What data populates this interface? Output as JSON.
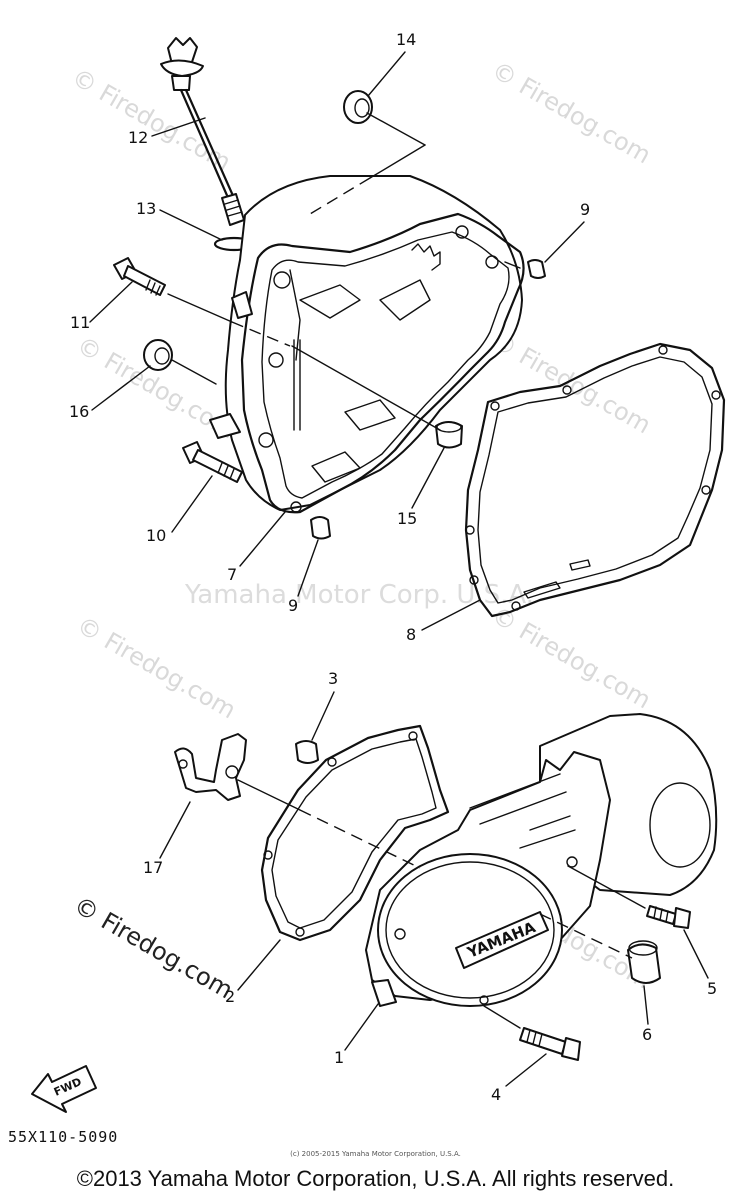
{
  "diagram": {
    "callouts": [
      "14",
      "12",
      "13",
      "9",
      "11",
      "16",
      "15",
      "10",
      "7",
      "9",
      "8",
      "3",
      "17",
      "2",
      "1",
      "5",
      "6",
      "4"
    ],
    "fwd_label": "FWD",
    "cover_brand": "YAMAHA"
  },
  "watermarks": {
    "firedog": "© Firedog.com",
    "yamaha": "Yamaha Motor Corp. U.S.A."
  },
  "part_code": "55X110-5090",
  "small_copyright": "(c) 2005-2015 Yamaha Motor Corporation, U.S.A.",
  "footer": "©2013 Yamaha Motor Corporation, U.S.A. All rights reserved."
}
